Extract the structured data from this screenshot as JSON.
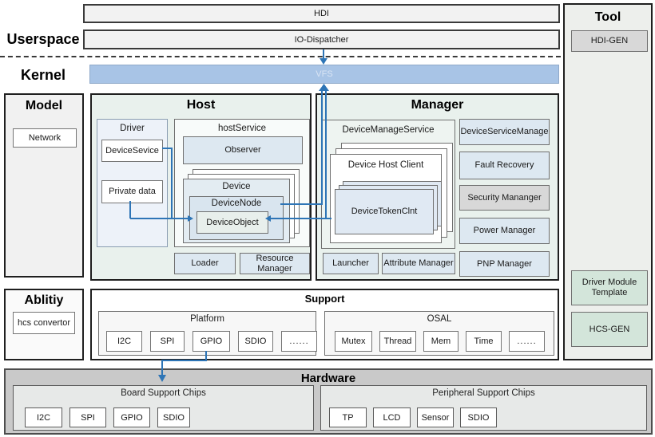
{
  "colors": {
    "accent_blue": "#2e75b6",
    "vfs_fill": "#a8c4e6",
    "panel_mint": "#e9f1ed",
    "box_blue": "#dde8f1",
    "box_gray": "#d8d8d8",
    "tool_green": "#d3e5da",
    "hardware_gray": "#c9c9c9"
  },
  "userspace": {
    "label": "Userspace",
    "hdi": "HDI",
    "io_dispatcher": "IO-Dispatcher"
  },
  "kernel": {
    "label": "Kernel",
    "vfs": "VFS"
  },
  "model": {
    "title": "Model",
    "network": "Network"
  },
  "host": {
    "title": "Host",
    "driver": {
      "title": "Driver",
      "device_service": "DeviceSevice",
      "private_data": "Private data"
    },
    "host_service": {
      "title": "hostService",
      "observer": "Observer",
      "device": {
        "title": "Device",
        "device_node": "DeviceNode",
        "device_object": "DeviceObject"
      }
    },
    "loader": "Loader",
    "resource_manager": "Resource Manager"
  },
  "manager": {
    "title": "Manager",
    "device_manage_service": {
      "title": "DeviceManageService",
      "device_host_client": {
        "title": "Device Host Client",
        "device_token_clnt": "DeviceTokenClnt"
      }
    },
    "side_items": [
      "DeviceServiceManage",
      "Fault Recovery",
      "Security Mananger",
      "Power Manager",
      "PNP Manager"
    ],
    "launcher": "Launcher",
    "attribute_manager": "Attribute Manager"
  },
  "tool": {
    "title": "Tool",
    "hdi_gen": "HDI-GEN",
    "driver_module_template": "Driver Module Template",
    "hcs_gen": "HCS-GEN"
  },
  "ability": {
    "title": "Ablitiy",
    "hcs_convertor": "hcs convertor"
  },
  "support": {
    "title": "Support",
    "platform": {
      "title": "Platform",
      "chips": [
        "I2C",
        "SPI",
        "GPIO",
        "SDIO",
        "......"
      ]
    },
    "osal": {
      "title": "OSAL",
      "chips": [
        "Mutex",
        "Thread",
        "Mem",
        "Time",
        "......"
      ]
    }
  },
  "hardware": {
    "title": "Hardware",
    "board": {
      "title": "Board Support Chips",
      "chips": [
        "I2C",
        "SPI",
        "GPIO",
        "SDIO"
      ]
    },
    "peripheral": {
      "title": "Peripheral Support Chips",
      "chips": [
        "TP",
        "LCD",
        "Sensor",
        "SDIO"
      ]
    }
  }
}
